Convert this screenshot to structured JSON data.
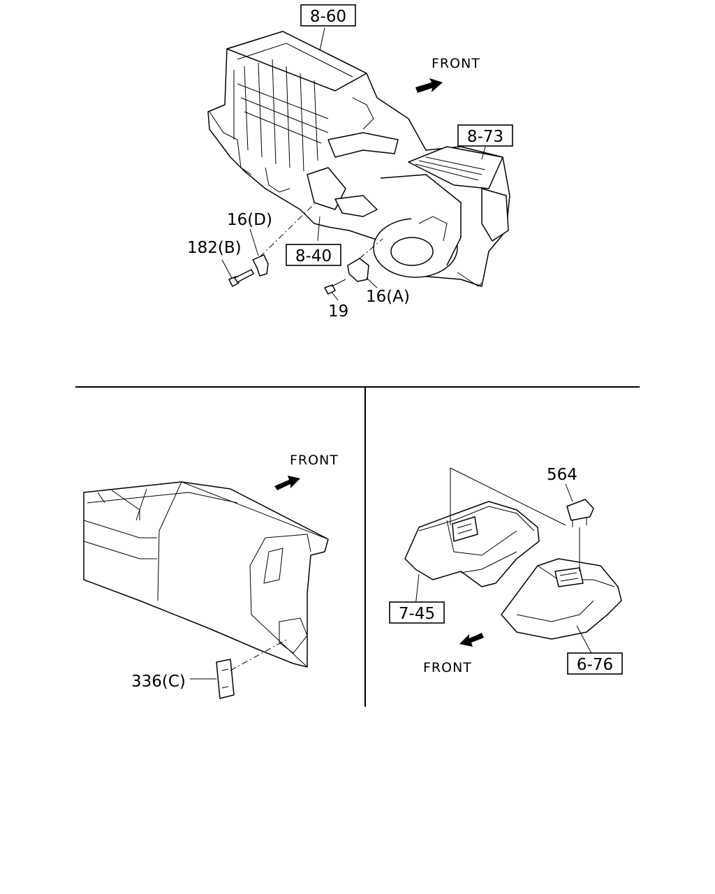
{
  "labels": {
    "ref_8_60": "8-60",
    "ref_8_73": "8-73",
    "ref_8_40": "8-40",
    "ref_7_45": "7-45",
    "ref_6_76": "6-76",
    "part_16D": "16(D)",
    "part_182B": "182(B)",
    "part_16A": "16(A)",
    "part_19": "19",
    "part_336C": "336(C)",
    "part_564": "564",
    "front_top": "FRONT",
    "front_left": "FRONT",
    "front_right": "FRONT"
  }
}
